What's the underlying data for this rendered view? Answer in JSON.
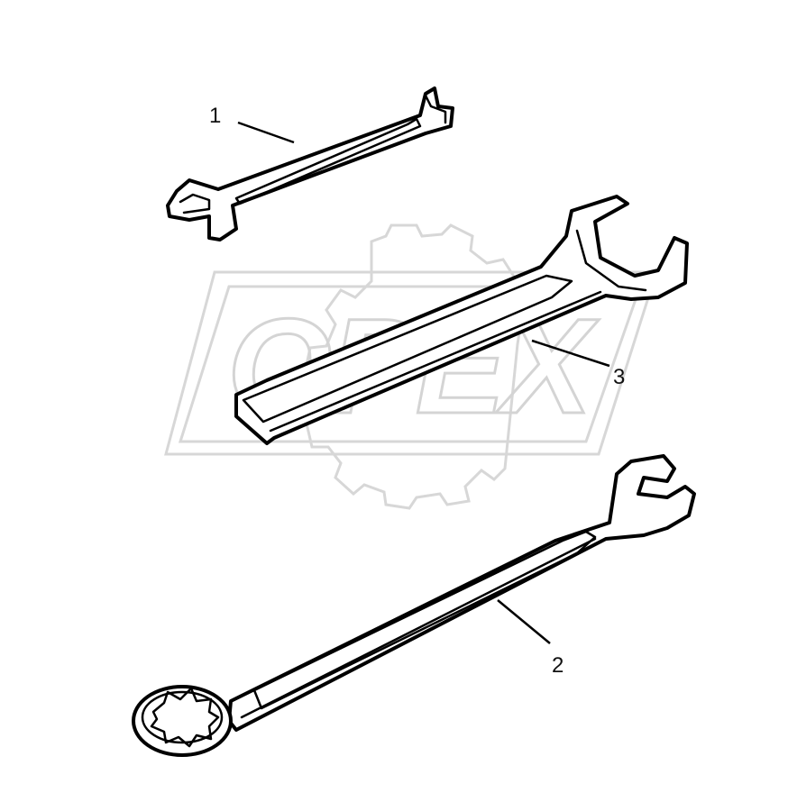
{
  "watermark": {
    "text": "OPEX"
  },
  "callouts": [
    {
      "id": "1",
      "label": "1"
    },
    {
      "id": "2",
      "label": "2"
    },
    {
      "id": "3",
      "label": "3"
    }
  ]
}
